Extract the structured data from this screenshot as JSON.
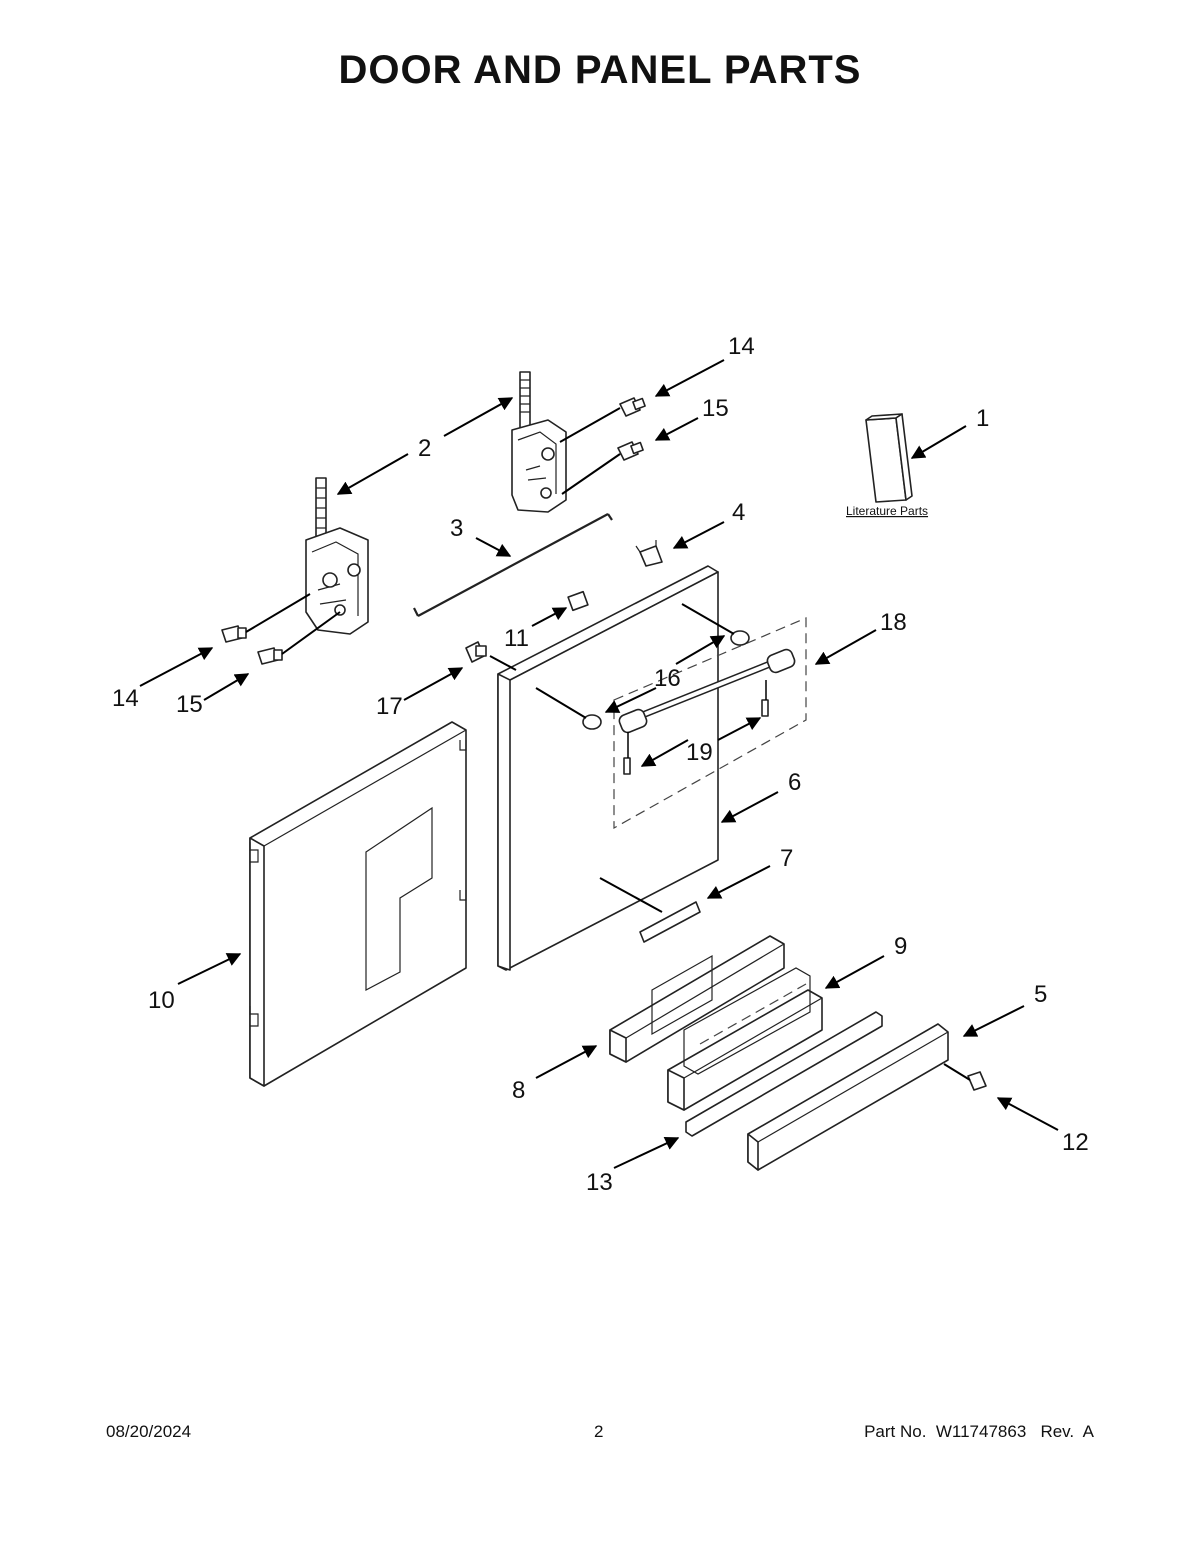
{
  "title": "DOOR AND PANEL PARTS",
  "literature_label": "Literature Parts",
  "callouts": {
    "c1": "1",
    "c2": "2",
    "c3": "3",
    "c4": "4",
    "c5": "5",
    "c6": "6",
    "c7": "7",
    "c8": "8",
    "c9": "9",
    "c10": "10",
    "c11": "11",
    "c12": "12",
    "c13": "13",
    "c14a": "14",
    "c14b": "14",
    "c15a": "15",
    "c15b": "15",
    "c16": "16",
    "c17": "17",
    "c18": "18",
    "c19": "19"
  },
  "footer": {
    "date": "08/20/2024",
    "page": "2",
    "part_no": "Part No.  W11747863   Rev.  A"
  }
}
